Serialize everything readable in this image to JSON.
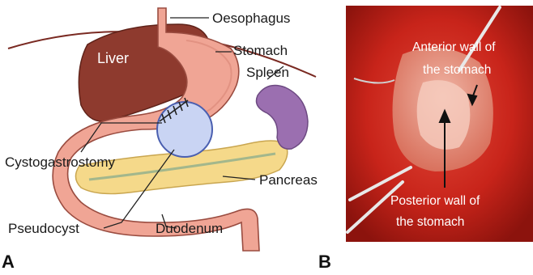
{
  "panel_a": {
    "letter": "A",
    "labels": {
      "oesophagus": "Oesophagus",
      "stomach": "Stomach",
      "spleen": "Spleen",
      "liver": "Liver",
      "cystogastrostomy": "Cystogastrostomy",
      "pancreas": "Pancreas",
      "pseudocyst": "Pseudocyst",
      "duodenum": "Duodenum"
    }
  },
  "panel_b": {
    "letter": "B",
    "labels": {
      "anterior_line1": "Anterior wall of",
      "anterior_line2": "the stomach",
      "posterior_line1": "Posterior wall of",
      "posterior_line2": "the stomach"
    }
  },
  "colors": {
    "liver": "#8e3a2e",
    "stomach": "#f0a595",
    "spleen": "#9b6fb0",
    "pancreas": "#f5d98a",
    "pseudocyst": "#c9d4f3",
    "surgical_field": "#c8241a"
  }
}
